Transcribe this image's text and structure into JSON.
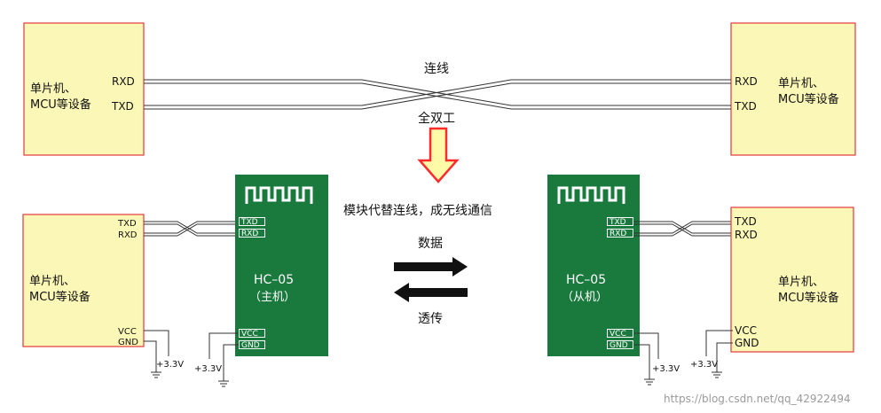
{
  "colors": {
    "mcu_fill": "#fbf7b6",
    "mcu_stroke": "#e23a3a",
    "module_fill": "#1a7a3e",
    "module_dark": "#156632",
    "pin_fill": "#ffffff",
    "arrow_stroke": "#ff2a2a",
    "arrow_fill": "#fff9a8",
    "line": "#333333",
    "watermark": "#9a9a9a"
  },
  "top": {
    "left_mcu": {
      "line1": "单片机、",
      "line2": "MCU等设备"
    },
    "right_mcu": {
      "line1": "单片机、",
      "line2": "MCU等设备"
    },
    "left_pins": {
      "rxd": "RXD",
      "txd": "TXD"
    },
    "right_pins": {
      "rxd": "RXD",
      "txd": "TXD"
    },
    "wire_label": "连线",
    "duplex_label": "全双工"
  },
  "bottom": {
    "caption": "模块代替连线，成无线通信",
    "data_label": "数据",
    "transparent_label": "透传",
    "left_mcu": {
      "line1": "单片机、",
      "line2": "MCU等设备",
      "txd": "TXD",
      "rxd": "RXD",
      "vcc": "VCC",
      "gnd": "GND",
      "supply": "+3.3V"
    },
    "right_mcu": {
      "line1": "单片机、",
      "line2": "MCU等设备",
      "txd": "TXD",
      "rxd": "RXD",
      "vcc": "VCC",
      "gnd": "GND",
      "supply": "+3.3V"
    },
    "master_module": {
      "name": "HC–05",
      "role": "（主机）",
      "txd": "TXD",
      "rxd": "RXD",
      "vcc": "VCC",
      "gnd": "GND",
      "supply": "+3.3V"
    },
    "slave_module": {
      "name": "HC–05",
      "role": "（从机）",
      "txd": "TXD",
      "rxd": "RXD",
      "vcc": "VCC",
      "gnd": "GND",
      "supply": "+3.3V"
    }
  },
  "watermark": "https://blog.csdn.net/qq_42922494"
}
